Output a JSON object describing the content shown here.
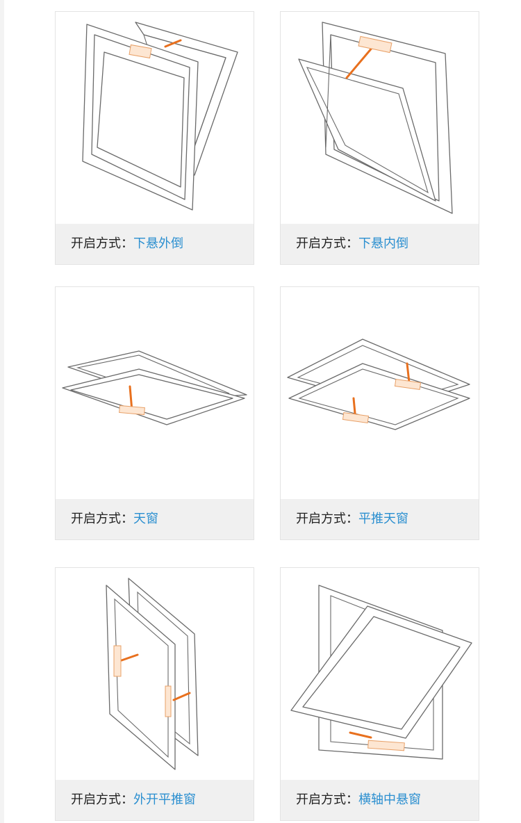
{
  "caption_prefix": "开启方式：",
  "items": [
    {
      "value": "下悬外倒"
    },
    {
      "value": "下悬内倒"
    },
    {
      "value": "天窗"
    },
    {
      "value": "平推天窗"
    },
    {
      "value": "外开平推窗"
    },
    {
      "value": "横轴中悬窗"
    }
  ],
  "colors": {
    "label": "#222222",
    "value": "#2b8fd0",
    "caption_bg": "#f0f0f0",
    "frame_stroke": "#6a6a6a",
    "stay_arm": "#e8701e"
  },
  "icons": [
    "bottom-hung-outward-window-diagram",
    "bottom-hung-inward-window-diagram",
    "skylight-window-diagram",
    "parallel-push-skylight-diagram",
    "outward-parallel-push-window-diagram",
    "horizontal-pivot-window-diagram"
  ]
}
